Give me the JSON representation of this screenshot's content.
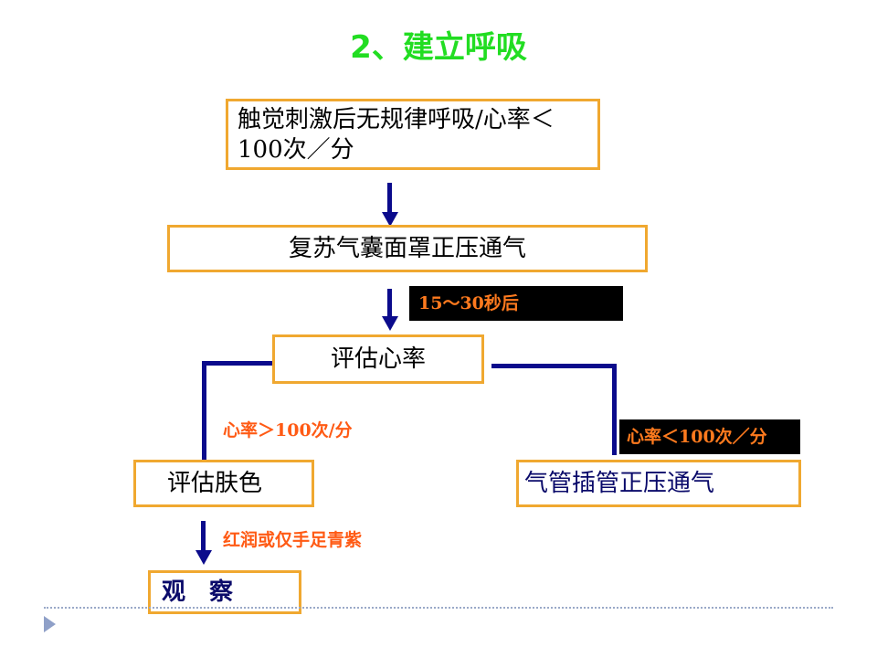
{
  "title": "2、建立呼吸",
  "nodes": {
    "start": "触觉刺激后无规律呼吸/心率＜100次／分",
    "ventilation": "复苏气囊面罩正压通气",
    "assess_heart_rate": "评估心率",
    "assess_skin_color": "评估肤色",
    "intubation": "气管插管正压通气",
    "observe": "观　察"
  },
  "labels": {
    "after_time": "15～30秒后",
    "hr_high": "心率＞100次/分",
    "hr_low": "心率＜100次／分",
    "skin_result": "红润或仅手足青紫"
  },
  "colors": {
    "title": "#22dd22",
    "box_border": "#f0a830",
    "connector": "#0b0b8c",
    "label_text": "#ff5a14"
  }
}
